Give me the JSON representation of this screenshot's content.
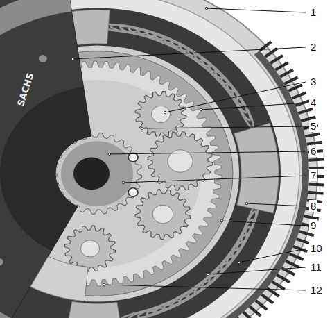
{
  "diagram": {
    "labels": [
      "SACHS",
      "1",
      "2",
      "3",
      "4",
      "5",
      "6",
      "7",
      "8",
      "9",
      "10",
      "11",
      "12"
    ]
  }
}
